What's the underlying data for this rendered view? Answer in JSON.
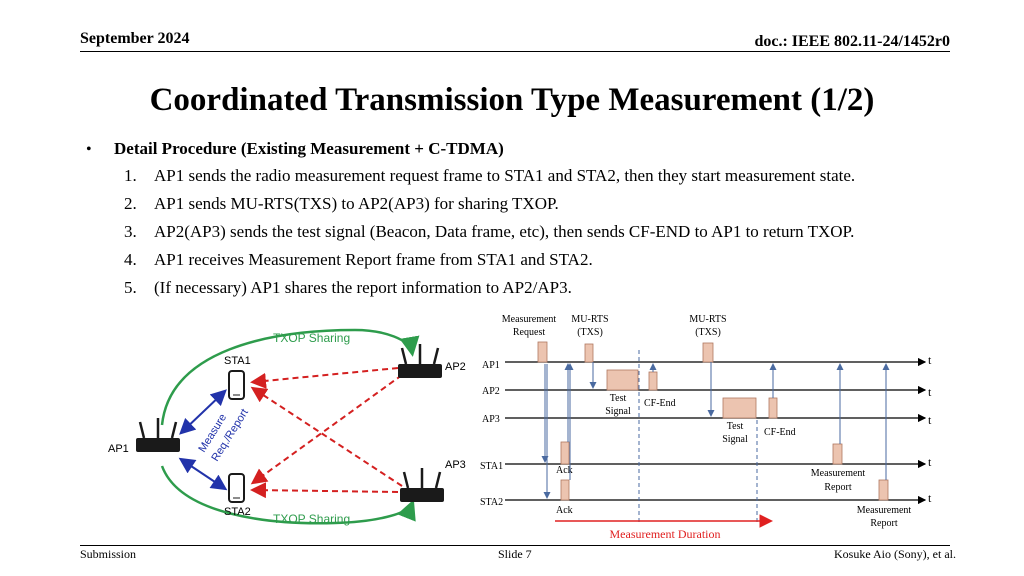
{
  "header": {
    "date": "September 2024",
    "doc": "doc.: IEEE 802.11-24/1452r0"
  },
  "title": "Coordinated Transmission Type Measurement (1/2)",
  "bullet": "Detail Procedure (Existing Measurement + C-TDMA)",
  "steps": [
    {
      "num": "1.",
      "text": "AP1 sends the radio measurement request frame to STA1 and STA2, then they start measurement state."
    },
    {
      "num": "2.",
      "text": "AP1 sends MU-RTS(TXS) to AP2(AP3) for sharing TXOP."
    },
    {
      "num": "3.",
      "text": "AP2(AP3) sends the test signal (Beacon, Data frame, etc), then sends CF-END to AP1 to return TXOP."
    },
    {
      "num": "4.",
      "text": "AP1 receives Measurement Report frame from STA1 and STA2."
    },
    {
      "num": "5.",
      "text": "(If necessary) AP1 shares the report information to AP2/AP3."
    }
  ],
  "topology": {
    "txop_top": "TXOP Sharing",
    "txop_bottom": "TXOP Sharing",
    "sta1": "STA1",
    "sta2": "STA2",
    "ap1": "AP1",
    "ap2": "AP2",
    "ap3": "AP3",
    "measure_line1": "Measure",
    "measure_line2": "Req./Report",
    "colors": {
      "txop": "#2e9c4c",
      "link": "#d42020",
      "measure": "#2233aa"
    }
  },
  "timing": {
    "labels": {
      "meas_req_1": "Measurement",
      "meas_req_2": "Request",
      "murts1_1": "MU-RTS",
      "murts1_2": "(TXS)",
      "murts2_1": "MU-RTS",
      "murts2_2": "(TXS)",
      "test1_1": "Test",
      "test1_2": "Signal",
      "test2_1": "Test",
      "test2_2": "Signal",
      "cfend1": "CF-End",
      "cfend2": "CF-End",
      "ack1": "Ack",
      "ack2": "Ack",
      "rep1_1": "Measurement",
      "rep1_2": "Report",
      "rep2_1": "Measurement",
      "rep2_2": "Report",
      "duration": "Measurement Duration"
    },
    "rows": [
      "AP1",
      "AP2",
      "AP3",
      "STA1",
      "STA2"
    ],
    "axis": "t",
    "colors": {
      "frame": "#ecc4b0",
      "frame_border": "#b07860",
      "arrow": "#4a6aa0",
      "duration": "#e02020"
    }
  },
  "footer": {
    "left": "Submission",
    "center": "Slide 7",
    "right": "Kosuke Aio (Sony), et al."
  }
}
